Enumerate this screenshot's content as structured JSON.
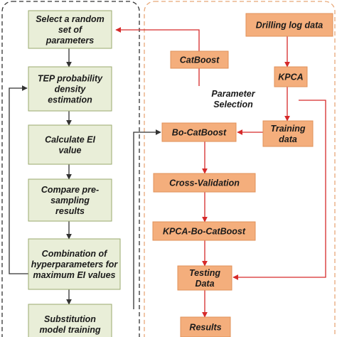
{
  "colors": {
    "green_fill": "#e9eed8",
    "green_stroke": "#9aaa6e",
    "orange_fill": "#f4ae7c",
    "orange_stroke": "#e0915a",
    "red_arrow": "#d62a2a",
    "dark_arrow": "#333333",
    "left_border": "#333333",
    "right_border": "#e8a878"
  },
  "left_boxes": [
    {
      "id": "select",
      "lines": [
        "Select a random",
        "set of",
        "parameters"
      ]
    },
    {
      "id": "tep",
      "lines": [
        "TEP probability",
        "density",
        "estimation"
      ]
    },
    {
      "id": "calc_ei",
      "lines": [
        "Calculate EI",
        "value"
      ]
    },
    {
      "id": "compare",
      "lines": [
        "Compare pre-",
        "sampling",
        "results"
      ]
    },
    {
      "id": "combination",
      "lines": [
        "Combination of",
        "hyperparameters for",
        "maximum EI values"
      ]
    },
    {
      "id": "substitution",
      "lines": [
        "Substitution",
        "model training"
      ]
    }
  ],
  "right_boxes": [
    {
      "id": "drilling",
      "lines": [
        "Drilling log data"
      ]
    },
    {
      "id": "catboost",
      "lines": [
        "CatBoost"
      ]
    },
    {
      "id": "kpca",
      "lines": [
        "KPCA"
      ]
    },
    {
      "id": "bo_catboost",
      "lines": [
        "Bo-CatBoost"
      ]
    },
    {
      "id": "training",
      "lines": [
        "Training",
        "data"
      ]
    },
    {
      "id": "cross_validation",
      "lines": [
        "Cross-Validation"
      ]
    },
    {
      "id": "kpca_bo",
      "lines": [
        "KPCA-Bo-CatBoost"
      ]
    },
    {
      "id": "testing",
      "lines": [
        "Testing",
        "Data"
      ]
    },
    {
      "id": "results",
      "lines": [
        "Results"
      ]
    }
  ],
  "labels": {
    "parameter_selection": [
      "Parameter",
      "Selection"
    ]
  }
}
